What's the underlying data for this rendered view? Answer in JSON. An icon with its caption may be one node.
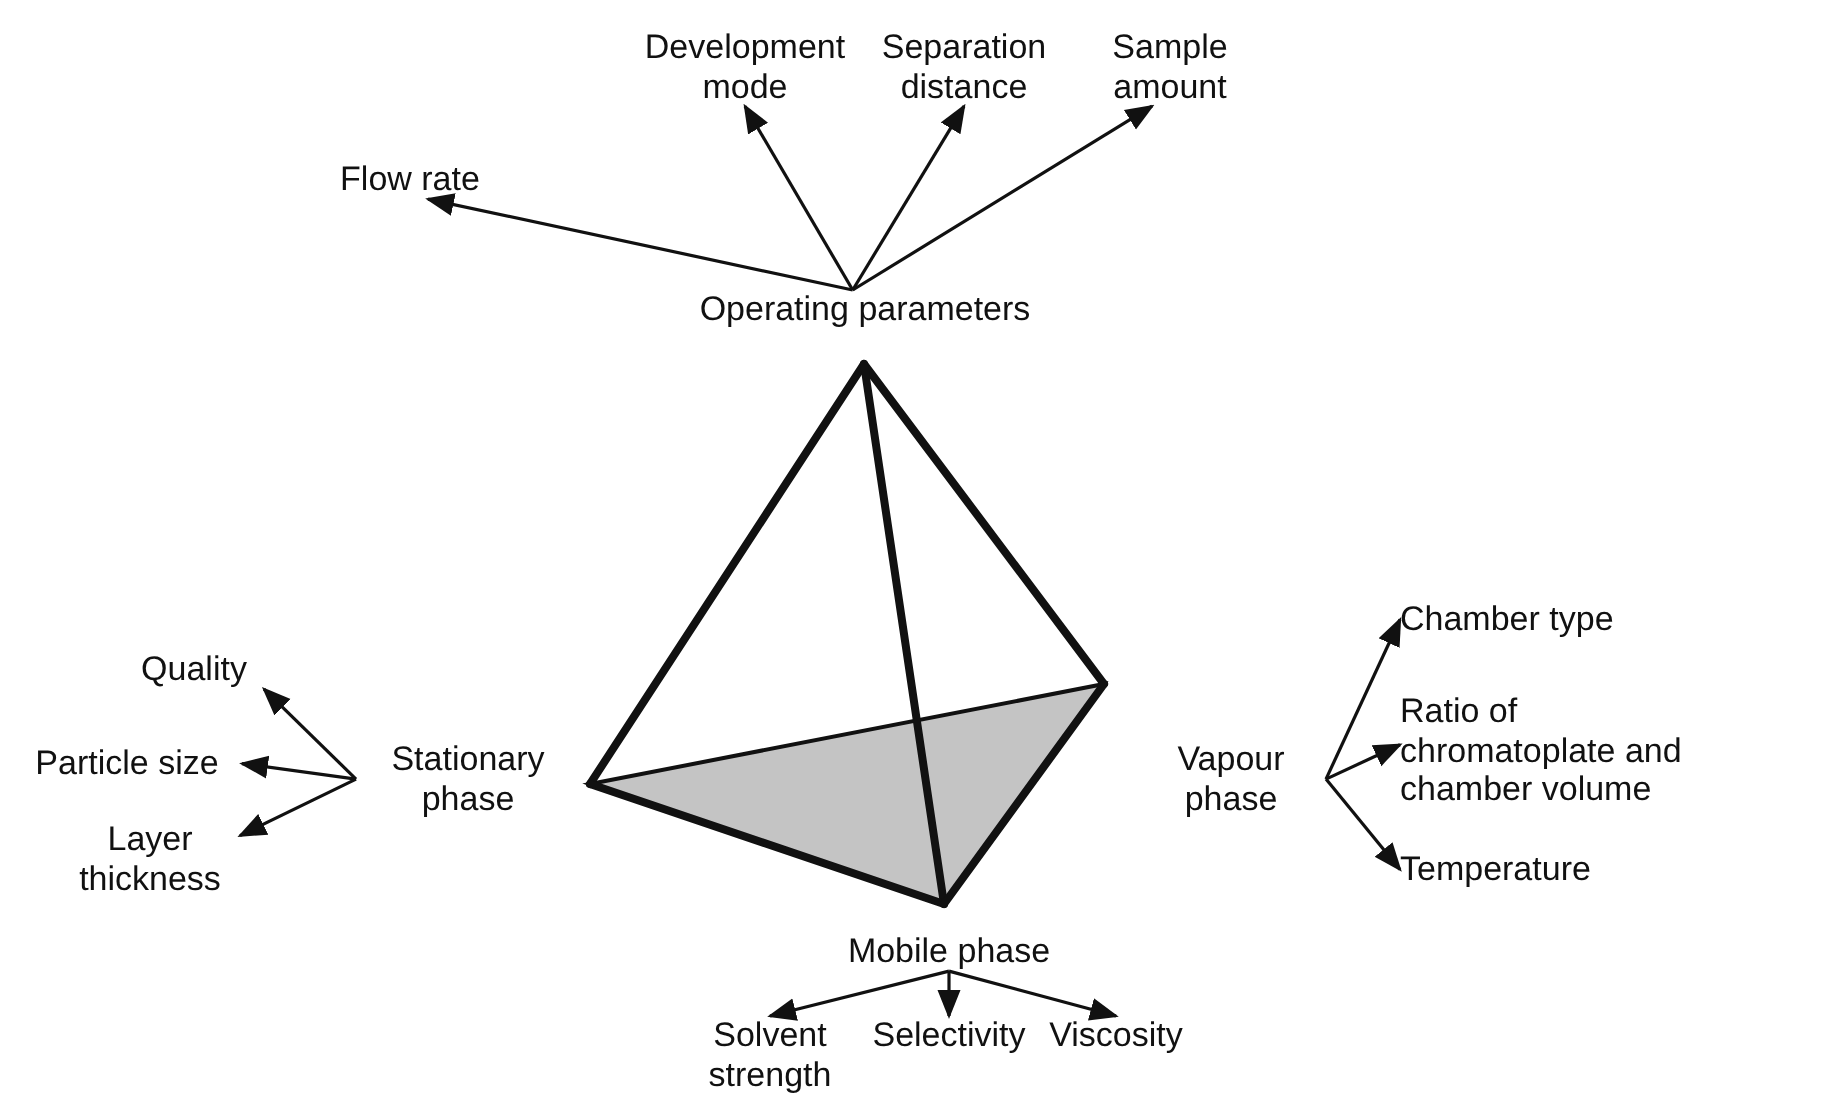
{
  "diagram": {
    "nodes": [
      {
        "text": [
          "Operating parameters"
        ]
      },
      {
        "text": [
          "Flow rate"
        ]
      },
      {
        "text": [
          "Development mode"
        ]
      },
      {
        "text": [
          "Separation distance"
        ]
      },
      {
        "text": [
          "Sample amount"
        ]
      },
      {
        "text": [
          "Stationary phase"
        ]
      },
      {
        "text": [
          "Quality"
        ]
      },
      {
        "text": [
          "Particle size"
        ]
      },
      {
        "text": [
          "Layer thickness"
        ]
      },
      {
        "text": [
          "Vapour phase"
        ]
      },
      {
        "text": [
          "Chamber type"
        ]
      },
      {
        "text": [
          "Ratio of chromatoplate and chamber volume"
        ]
      },
      {
        "text": [
          "Temperature"
        ]
      },
      {
        "text": [
          "Mobile phase"
        ]
      },
      {
        "text": [
          "Solvent strength"
        ]
      },
      {
        "text": [
          "Selectivity"
        ]
      },
      {
        "text": [
          "Viscosity"
        ]
      }
    ],
    "edges": [
      {
        "from": 0,
        "to": 1,
        "arrow": "to"
      },
      {
        "from": 0,
        "to": 2,
        "arrow": "to"
      },
      {
        "from": 0,
        "to": 3,
        "arrow": "to"
      },
      {
        "from": 0,
        "to": 4,
        "arrow": "to"
      },
      {
        "from": 5,
        "to": 6,
        "arrow": "to"
      },
      {
        "from": 5,
        "to": 7,
        "arrow": "to"
      },
      {
        "from": 5,
        "to": 8,
        "arrow": "to"
      },
      {
        "from": 9,
        "to": 10,
        "arrow": "to"
      },
      {
        "from": 9,
        "to": 11,
        "arrow": "to"
      },
      {
        "from": 9,
        "to": 12,
        "arrow": "to"
      },
      {
        "from": 13,
        "to": 14,
        "arrow": "to"
      },
      {
        "from": 13,
        "to": 15,
        "arrow": "to"
      },
      {
        "from": 13,
        "to": 16,
        "arrow": "to"
      }
    ]
  }
}
